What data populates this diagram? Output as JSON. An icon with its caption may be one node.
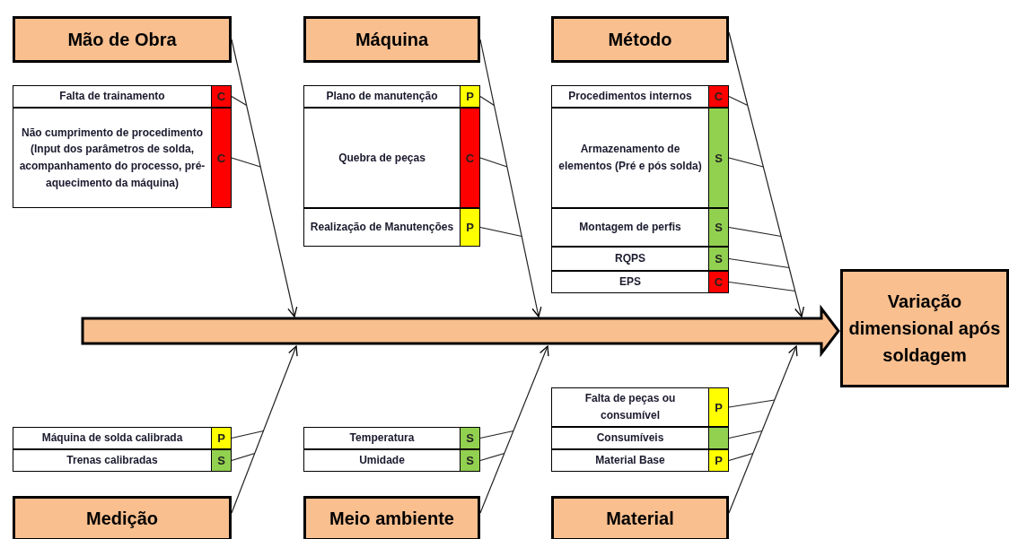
{
  "diagram": {
    "nodes": [
      {
        "text": [
          "Mão de Obra"
        ]
      },
      {
        "text": [
          "Máquina"
        ]
      },
      {
        "text": [
          "Método"
        ]
      },
      {
        "text": [
          "Falta de trainamento",
          "C"
        ]
      },
      {
        "text": [
          "Não cumprimento de procedimento (Input dos parâmetros de solda, acompanhamento do processo, pré-aquecimento da máquina)",
          "C"
        ]
      },
      {
        "text": [
          "Plano de manutenção",
          "P"
        ]
      },
      {
        "text": [
          "Quebra de peças",
          "C"
        ]
      },
      {
        "text": [
          "Realização de Manutenções",
          "P"
        ]
      },
      {
        "text": [
          "Procedimentos internos",
          "C"
        ]
      },
      {
        "text": [
          "Armazenamento de elementos (Pré e pós solda)",
          "S"
        ]
      },
      {
        "text": [
          "Montagem de perfis",
          "S"
        ]
      },
      {
        "text": [
          "RQPS",
          "S"
        ]
      },
      {
        "text": [
          "EPS",
          "C"
        ]
      },
      {
        "text": [
          "Variação dimensional após soldagem"
        ]
      },
      {
        "text": [
          "Máquina de solda calibrada",
          "P"
        ]
      },
      {
        "text": [
          "Trenas calibradas",
          "S"
        ]
      },
      {
        "text": [
          "Temperatura",
          "S"
        ]
      },
      {
        "text": [
          "Umidade",
          "S"
        ]
      },
      {
        "text": [
          "Falta de peças ou consumível",
          "P"
        ]
      },
      {
        "text": [
          "Consumíveis"
        ]
      },
      {
        "text": [
          "Material Base",
          "P"
        ]
      },
      {
        "text": [
          "Medição"
        ]
      },
      {
        "text": [
          "Meio ambiente"
        ]
      },
      {
        "text": [
          "Material"
        ]
      }
    ],
    "edges": [
      {
        "from": null,
        "to": 13,
        "arrow": "to",
        "style": "thick"
      },
      {
        "from": 0,
        "to": null,
        "arrow": "to"
      },
      {
        "from": 1,
        "to": null,
        "arrow": "to"
      },
      {
        "from": 2,
        "to": null,
        "arrow": "to"
      },
      {
        "from": 21,
        "to": null,
        "arrow": "to"
      },
      {
        "from": 22,
        "to": null,
        "arrow": "to"
      },
      {
        "from": 23,
        "to": null,
        "arrow": "to"
      },
      {
        "from": 3,
        "to": null,
        "arrow": "none"
      },
      {
        "from": 4,
        "to": null,
        "arrow": "none"
      },
      {
        "from": 5,
        "to": null,
        "arrow": "none"
      },
      {
        "from": 6,
        "to": null,
        "arrow": "none"
      },
      {
        "from": 7,
        "to": null,
        "arrow": "none"
      },
      {
        "from": 8,
        "to": null,
        "arrow": "none"
      },
      {
        "from": 9,
        "to": null,
        "arrow": "none"
      },
      {
        "from": 10,
        "to": null,
        "arrow": "none"
      },
      {
        "from": 11,
        "to": null,
        "arrow": "none"
      },
      {
        "from": 12,
        "to": null,
        "arrow": "none"
      },
      {
        "from": 14,
        "to": null,
        "arrow": "none"
      },
      {
        "from": 15,
        "to": null,
        "arrow": "none"
      },
      {
        "from": 16,
        "to": null,
        "arrow": "none"
      },
      {
        "from": 17,
        "to": null,
        "arrow": "none"
      },
      {
        "from": 18,
        "to": null,
        "arrow": "none"
      },
      {
        "from": 19,
        "to": null,
        "arrow": "none"
      },
      {
        "from": 20,
        "to": null,
        "arrow": "none"
      }
    ]
  }
}
